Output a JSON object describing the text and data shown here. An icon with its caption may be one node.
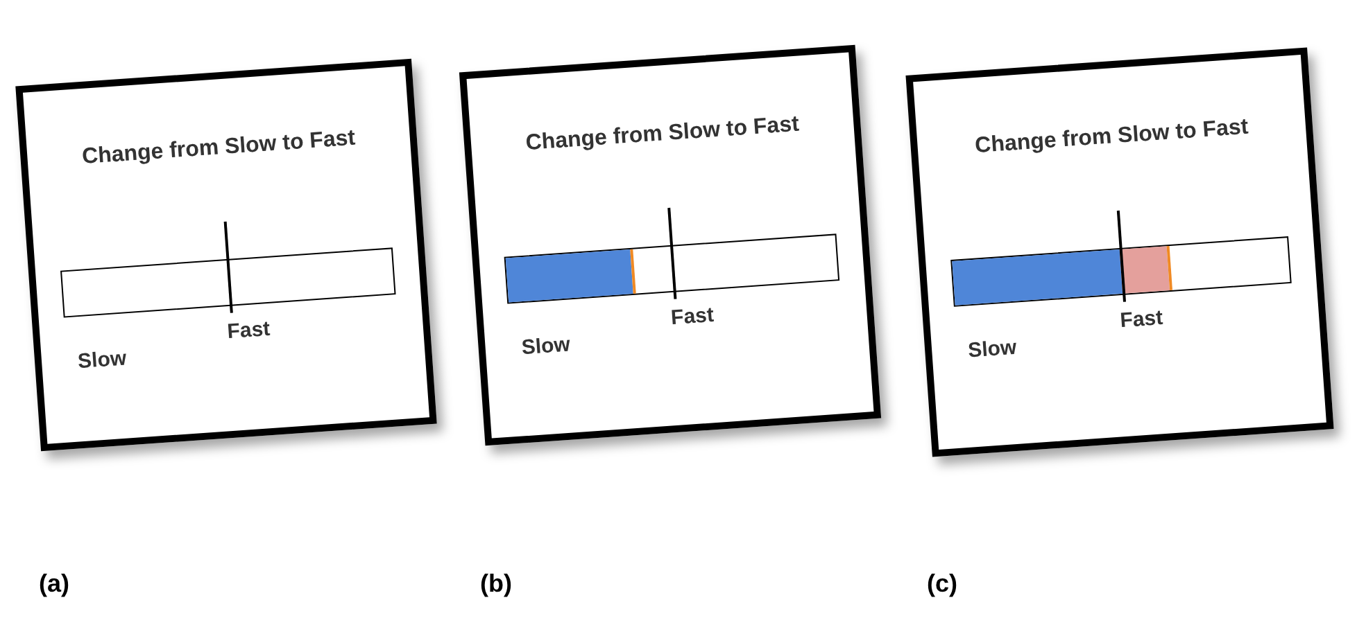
{
  "diagram": {
    "nodes": [
      {
        "text": [
          "Change from Slow to Fast",
          "Slow",
          "Fast"
        ]
      },
      {
        "text": [],
        "shape": "bar",
        "in": 0
      },
      {
        "text": [
          "Change from Slow to Fast",
          "Slow",
          "Fast"
        ]
      },
      {
        "text": [],
        "shape": "bar",
        "in": 2
      },
      {
        "text": [
          "Change from Slow to Fast",
          "Slow",
          "Fast"
        ]
      },
      {
        "text": [],
        "shape": "bar",
        "in": 4
      }
    ],
    "labels": [
      "(a)",
      "(b)",
      "(c)"
    ]
  }
}
